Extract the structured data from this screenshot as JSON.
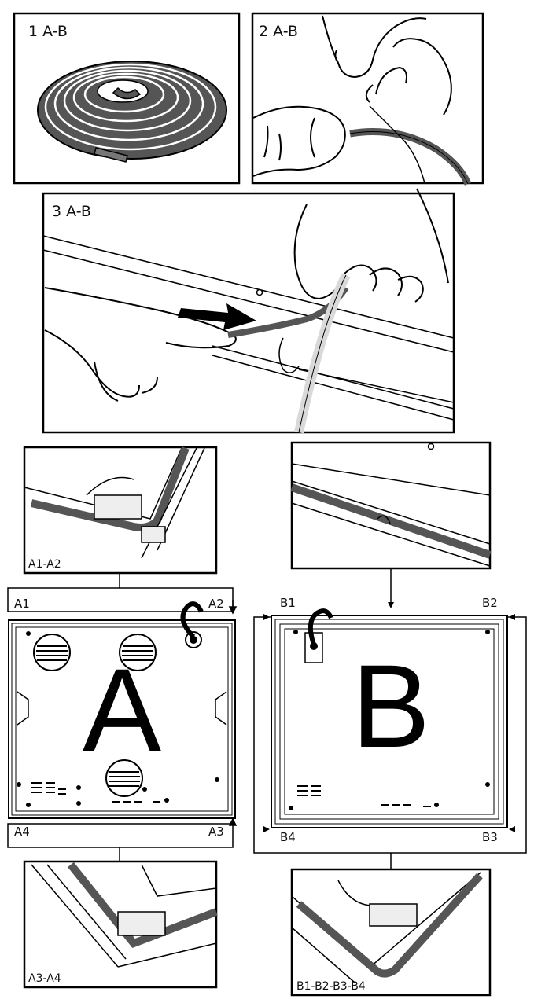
{
  "steps": {
    "step1": "1 A-B",
    "step2": "2 A-B",
    "step3": "3 A-B"
  },
  "hob_a": {
    "letter": "A",
    "corner_tl": "A1",
    "corner_tr": "A2",
    "corner_bl": "A4",
    "corner_br": "A3",
    "detail_top": "A1-A2",
    "detail_bottom": "A3-A4"
  },
  "hob_b": {
    "letter": "B",
    "corner_tl": "B1",
    "corner_tr": "B2",
    "corner_bl": "B4",
    "corner_br": "B3",
    "detail_bottom": "B1-B2-B3-B4"
  },
  "colors": {
    "line": "#000000",
    "seal": "#555555",
    "seal_light": "#d9d9d9",
    "panel": "#ffffff"
  }
}
